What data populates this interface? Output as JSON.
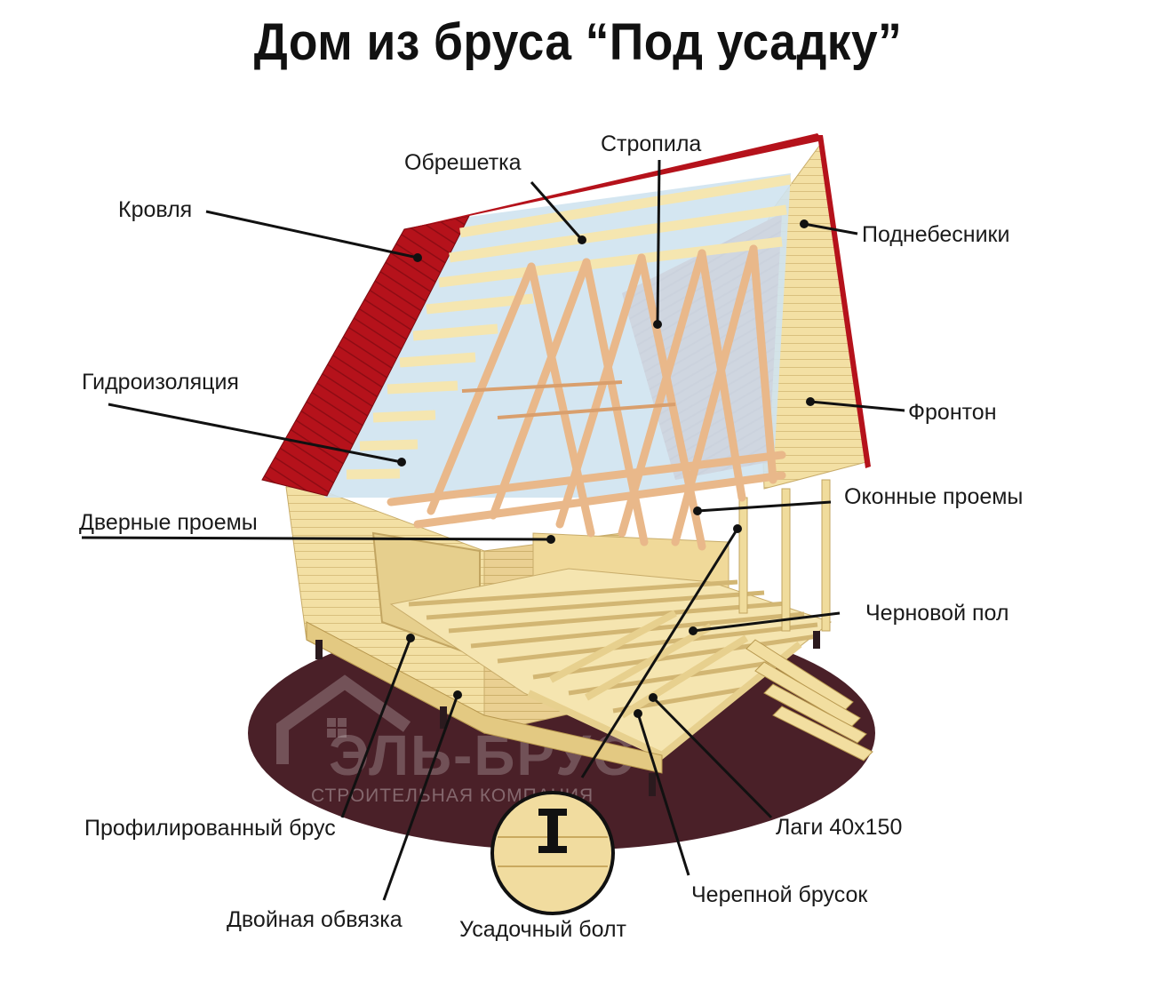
{
  "title": "Дом из бруса “Под усадку”",
  "watermark": {
    "brand": "ЭЛЬ-БРУС",
    "tagline": "СТРОИТЕЛЬНАЯ КОМПАНИЯ"
  },
  "labels": {
    "krovlya": "Кровля",
    "obreshetka": "Обрешетка",
    "stropila": "Стропила",
    "podnebesniki": "Поднебесники",
    "gidroizolyaciya": "Гидроизоляция",
    "fronton": "Фронтон",
    "okonnye_proemy": "Оконные проемы",
    "dvernye_proemy": "Дверные проемы",
    "chernovoy_pol": "Черновой пол",
    "profilirovanny_brus": "Профилированный брус",
    "lagi": "Лаги 40х150",
    "cherepnoy_brusok": "Черепной брусок",
    "dvoynaya_obvyazka": "Двойная обвязка",
    "usadochny_bolt": "Усадочный болт"
  },
  "colors": {
    "roof": "#b5121b",
    "wood": "#f3dfa0",
    "rafter": "#e9b88a",
    "membrane": "#cfe3f0",
    "base": "#4a2028",
    "leader": "#111111"
  }
}
